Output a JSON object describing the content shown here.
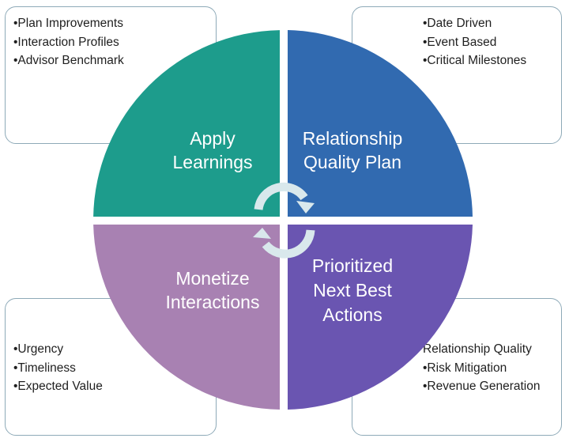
{
  "boxes": {
    "top_left": [
      "•Plan Improvements",
      "•Interaction Profiles",
      "•Advisor Benchmark"
    ],
    "top_right": [
      "•Date Driven",
      "•Event Based",
      "•Critical Milestones"
    ],
    "bottom_left": [
      "•Urgency",
      "•Timeliness",
      "•Expected Value"
    ],
    "bottom_right": [
      "Relationship Quality",
      "•Risk Mitigation",
      "•Revenue Generation"
    ]
  },
  "quadrants": {
    "top_left": {
      "line1": "Apply",
      "line2": "Learnings",
      "color": "#1d9c8c"
    },
    "top_right": {
      "line1": "Relationship",
      "line2": "Quality Plan",
      "color": "#316ab0"
    },
    "bottom_left": {
      "line1": "Monetize",
      "line2": "Interactions",
      "color": "#a881b2"
    },
    "bottom_right": {
      "line1": "Prioritized",
      "line2": "Next Best",
      "line3": "Actions",
      "color": "#6a55b1"
    }
  },
  "center_icon": "cycle-arrows-icon"
}
